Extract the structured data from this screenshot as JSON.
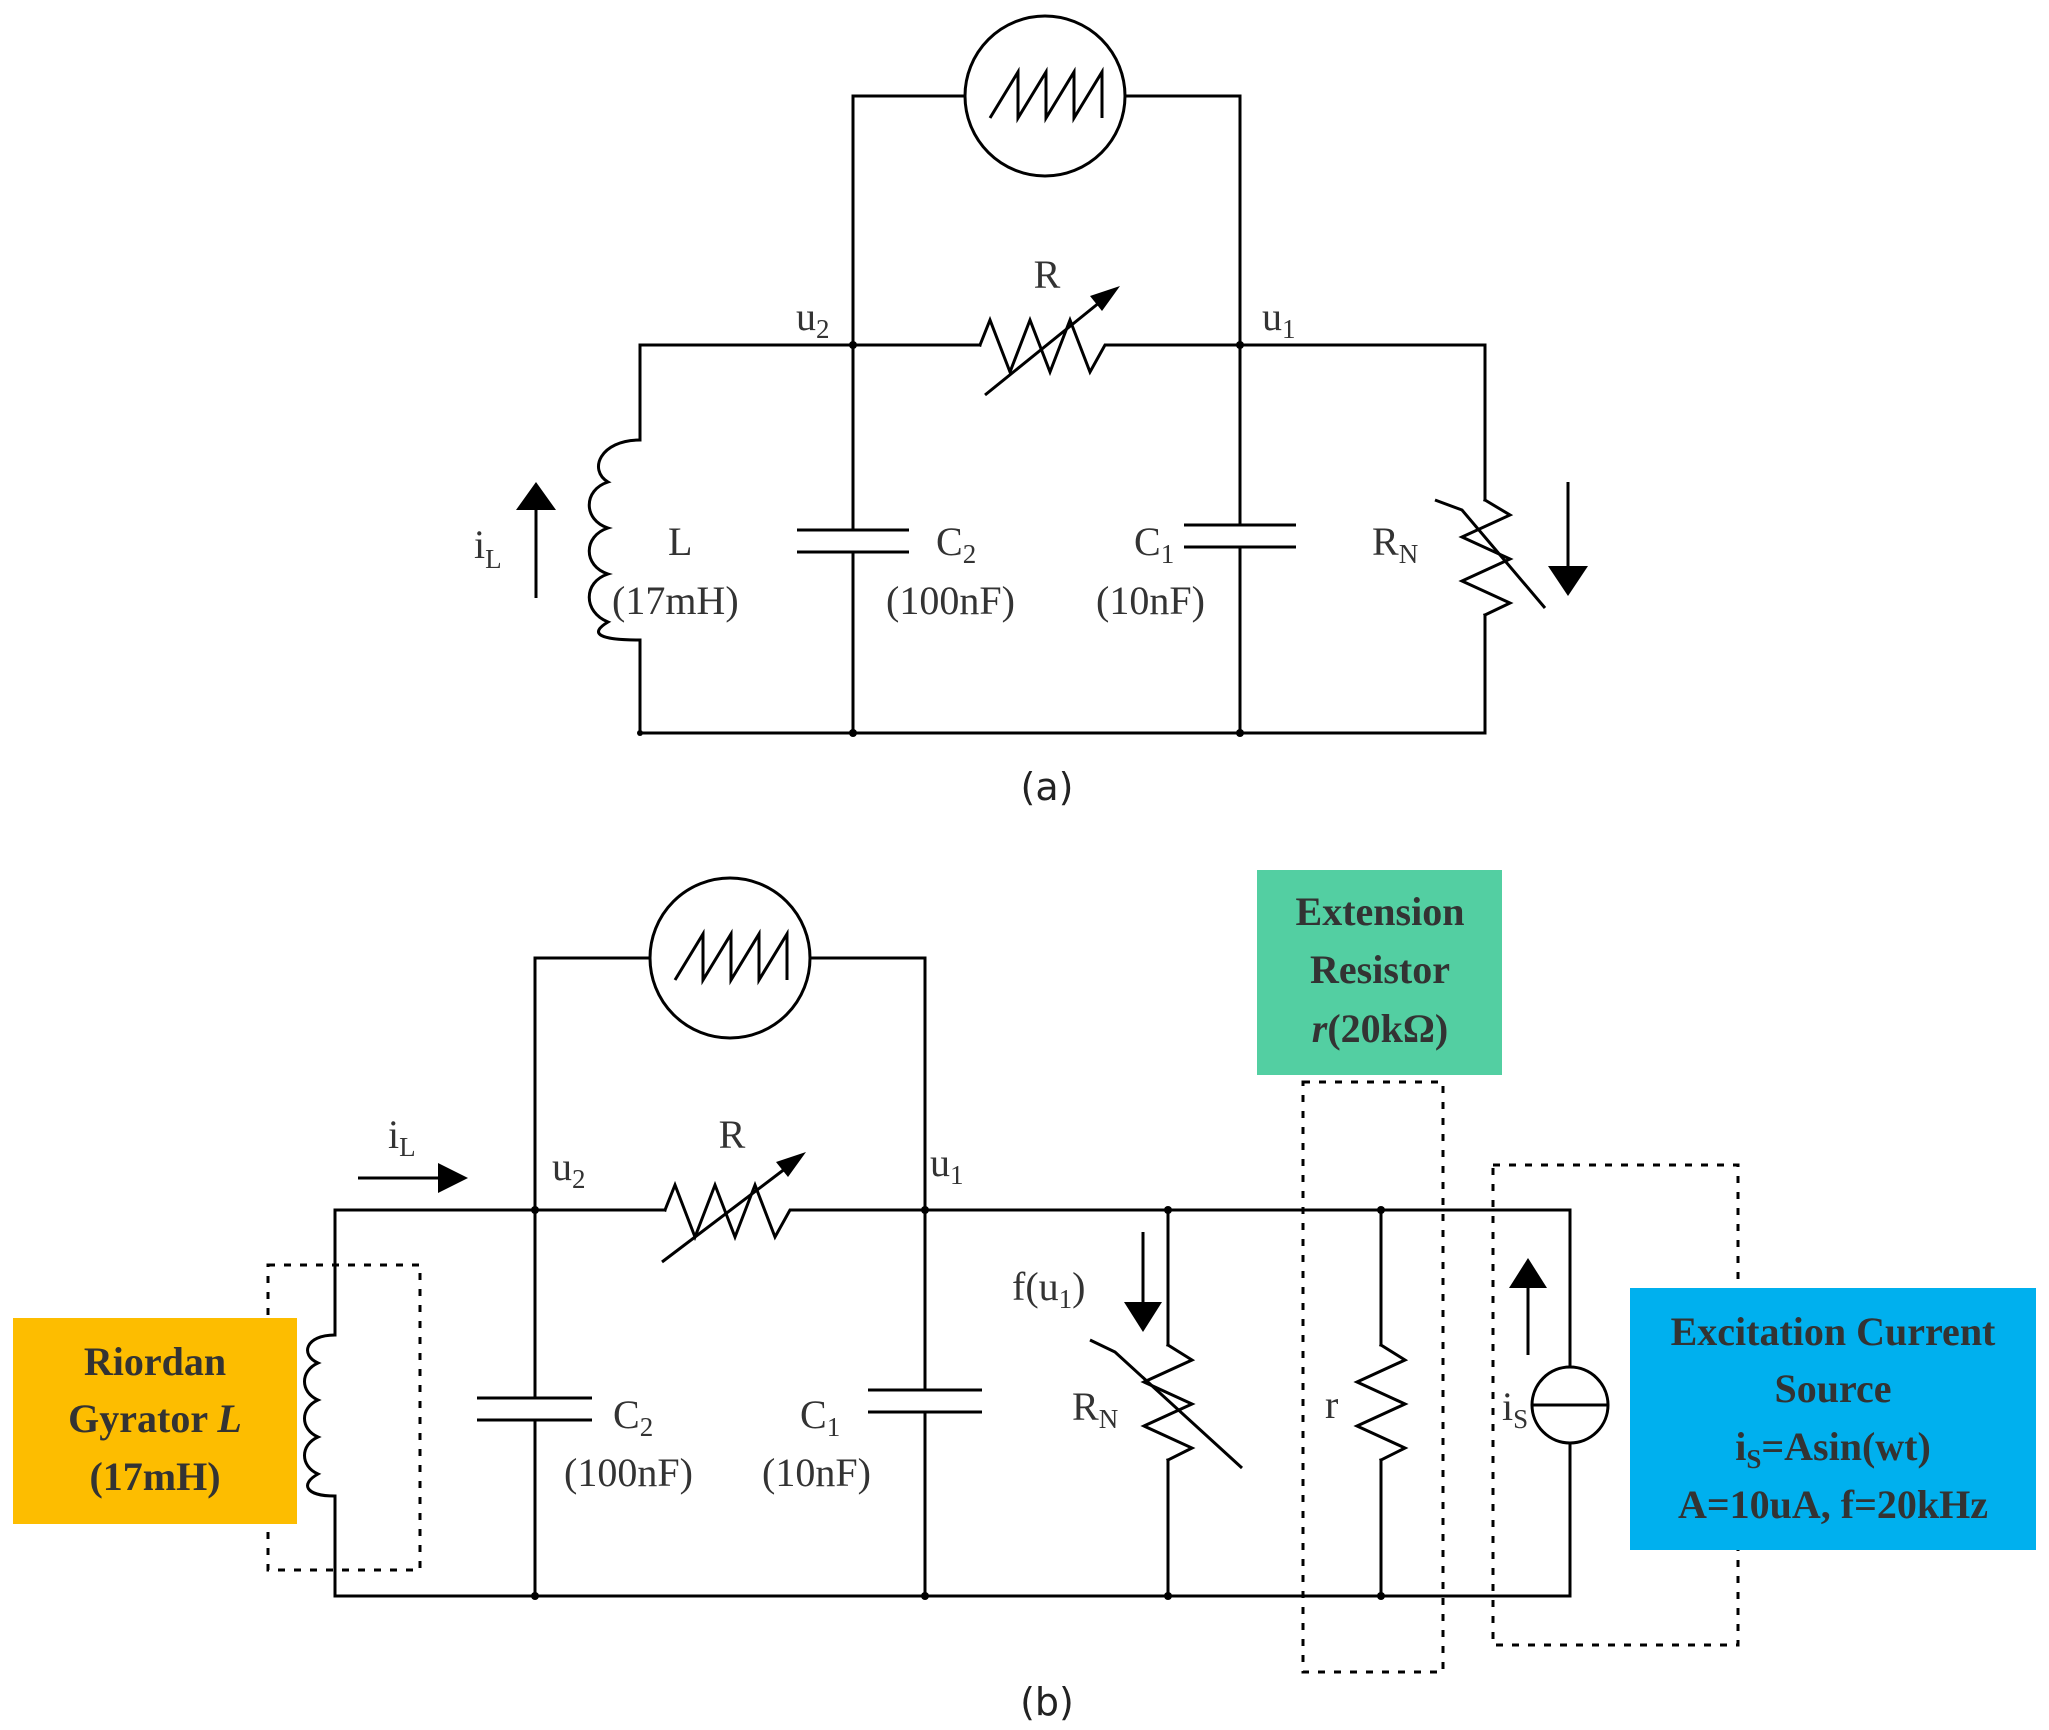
{
  "figure_a": {
    "caption": "(a)",
    "nodes": {
      "u2": "u",
      "u2_sub": "2",
      "u1": "u",
      "u1_sub": "1"
    },
    "resistor_R": "R",
    "inductor": {
      "current": "i",
      "current_sub": "L",
      "name": "L",
      "value": "(17mH)"
    },
    "cap2": {
      "name": "C",
      "sub": "2",
      "value": "(100nF)"
    },
    "cap1": {
      "name": "C",
      "sub": "1",
      "value": "(10nF)"
    },
    "rn": {
      "name": "R",
      "sub": "N"
    }
  },
  "figure_b": {
    "caption": "(b)",
    "nodes": {
      "u2": "u",
      "u2_sub": "2",
      "u1": "u",
      "u1_sub": "1"
    },
    "resistor_R": "R",
    "iL": {
      "text": "i",
      "sub": "L"
    },
    "cap2": {
      "name": "C",
      "sub": "2",
      "value": "(100nF)"
    },
    "cap1": {
      "name": "C",
      "sub": "1",
      "value": "(10nF)"
    },
    "fu1": {
      "pre": "f(u",
      "sub": "1",
      "post": ")"
    },
    "rn": {
      "name": "R",
      "sub": "N"
    },
    "r_label": "r",
    "is_label": {
      "text": "i",
      "sub": "S"
    },
    "riordan_box": {
      "line1": "Riordan",
      "line2_pre": "Gyrator ",
      "line2_italic": "L",
      "line3": "(17mH)",
      "color": "#FDBD00"
    },
    "extension_box": {
      "line1": "Extension",
      "line2": "Resistor",
      "line3_italic": "r",
      "line3_rest": "(20kΩ)",
      "color": "#53CFA2"
    },
    "excitation_box": {
      "line1": "Excitation Current",
      "line2": "Source",
      "line3_pre": "i",
      "line3_sub": "S",
      "line3_post": "=Asin(wt)",
      "line4": "A=10uA, f=20kHz",
      "color": "#00B0EE"
    }
  }
}
